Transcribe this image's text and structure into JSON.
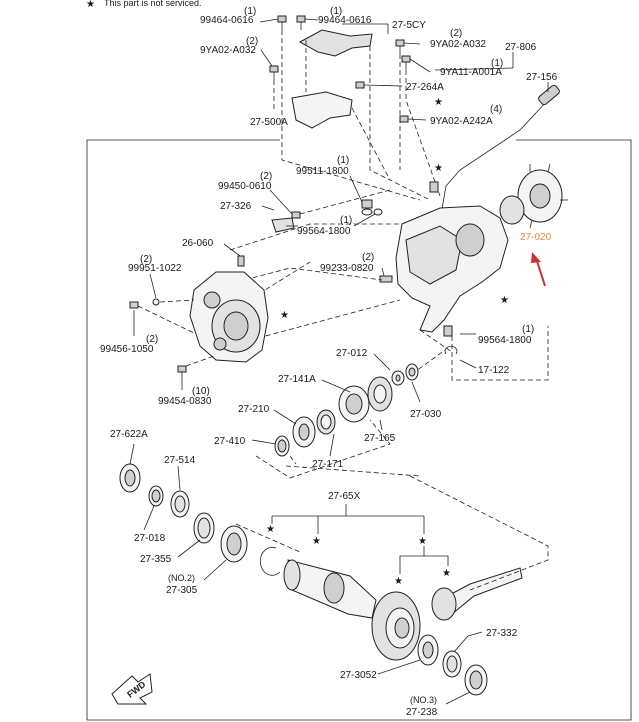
{
  "legend": {
    "symbol": "★",
    "text": "This part is not serviced."
  },
  "callout_color": "#e8893a",
  "arrow_color": "#d0302a",
  "labels": {
    "p99464_0616_a": "99464-0616",
    "p99464_0616_a_qty": "(1)",
    "p99464_0616_b": "99464-0616",
    "p99464_0616_b_qty": "(1)",
    "p27_5cy": "27-5CY",
    "p9ya02_a032_a": "9YA02-A032",
    "p9ya02_a032_a_qty": "(2)",
    "p9ya02_a032_b": "9YA02-A032",
    "p9ya02_a032_b_qty": "(2)",
    "p27_806": "27-806",
    "p9ya11_a001a": "9YA11-A001A",
    "p9ya11_a001a_qty": "(1)",
    "p27_156": "27-156",
    "p27_264a": "27-264A",
    "p9ya02_a242a": "9YA02-A242A",
    "p9ya02_a242a_qty": "(4)",
    "p27_500a": "27-500A",
    "p99511_1800": "99511-1800",
    "p99511_1800_qty": "(1)",
    "p99450_0610": "99450-0610",
    "p99450_0610_qty": "(2)",
    "p27_326": "27-326",
    "p99564_1800_a": "99564-1800",
    "p99564_1800_a_qty": "(1)",
    "p27_020": "27-020",
    "p26_060": "26-060",
    "p99951_1022": "99951-1022",
    "p99951_1022_qty": "(2)",
    "p99233_0820": "99233-0820",
    "p99233_0820_qty": "(2)",
    "p99456_1050": "99456-1050",
    "p99456_1050_qty": "(2)",
    "p99564_1800_b": "99564-1800",
    "p99564_1800_b_qty": "(1)",
    "p27_012": "27-012",
    "p17_122": "17-122",
    "p27_141a": "27-141A",
    "p99454_0830": "99454-0830",
    "p99454_0830_qty": "(10)",
    "p27_210": "27-210",
    "p27_030": "27-030",
    "p27_622a": "27-622A",
    "p27_410": "27-410",
    "p27_165": "27-165",
    "p27_171": "27-171",
    "p27_514": "27-514",
    "p27_65x": "27-65X",
    "p27_018": "27-018",
    "p27_355": "27-355",
    "p27_305_note": "(NO.2)",
    "p27_305": "27-305",
    "p27_332": "27-332",
    "p27_3052": "27-3052",
    "p27_238_note": "(NO.3)",
    "p27_238": "27-238",
    "fwd": "FWD"
  }
}
